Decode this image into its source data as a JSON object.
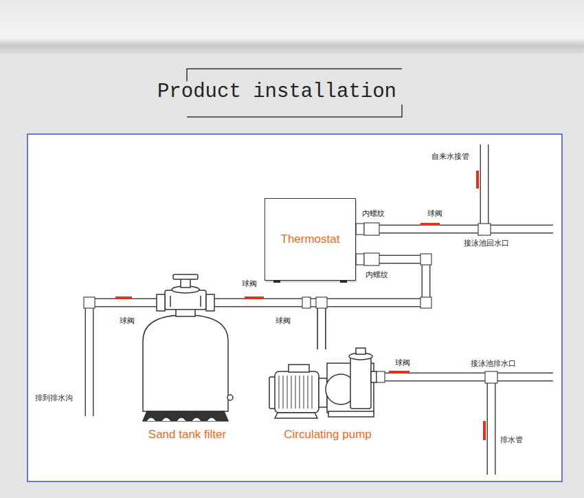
{
  "diagram": {
    "title": "Product installation",
    "nodes": [
      {
        "text": [
          "Thermostat"
        ]
      },
      {
        "text": [
          "Sand tank filter"
        ]
      },
      {
        "text": [
          "Circulating pump"
        ]
      }
    ],
    "edges": [
      {
        "from": 2,
        "to": 1,
        "arrow": "none"
      },
      {
        "from": 2,
        "to": 0,
        "arrow": "none"
      }
    ],
    "labels": [
      "自来水接管",
      "内螺纹",
      "球阀",
      "接泳池回水口",
      "内螺纹",
      "球阀",
      "球阀",
      "球阀",
      "接泳池排水口",
      "球阀",
      "排到排水沟",
      "排水管"
    ]
  }
}
